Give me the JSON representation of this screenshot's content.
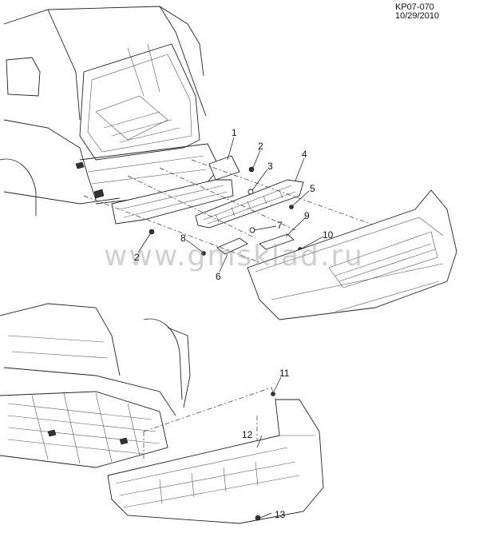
{
  "diagram": {
    "reference": "KP07-070 10/29/2010",
    "watermark": "www.gmsklad.ru",
    "callouts": [
      {
        "id": "1",
        "label": "1"
      },
      {
        "id": "2a",
        "label": "2"
      },
      {
        "id": "3",
        "label": "3"
      },
      {
        "id": "4",
        "label": "4"
      },
      {
        "id": "5",
        "label": "5"
      },
      {
        "id": "2b",
        "label": "2"
      },
      {
        "id": "7",
        "label": "7"
      },
      {
        "id": "8",
        "label": "8"
      },
      {
        "id": "9",
        "label": "9"
      },
      {
        "id": "10",
        "label": "10"
      },
      {
        "id": "6",
        "label": "6"
      },
      {
        "id": "11",
        "label": "11"
      },
      {
        "id": "12",
        "label": "12"
      },
      {
        "id": "13",
        "label": "13"
      }
    ]
  }
}
